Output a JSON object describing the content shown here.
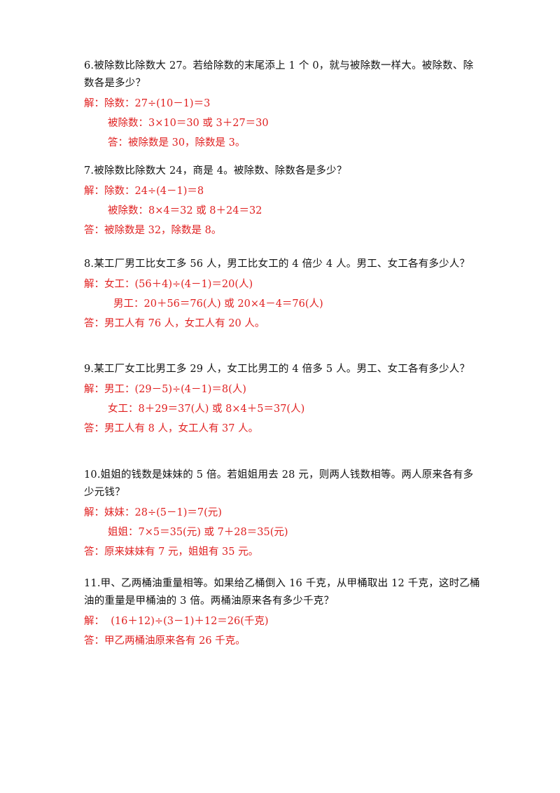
{
  "problems": [
    {
      "question": "6.被除数比除数大 27。若给除数的末尾添上 1 个 0，就与被除数一样大。被除数、除数各是多少？",
      "lines": [
        "解：除数：27÷(10－1)＝3",
        "被除数：3×10＝30 或 3＋27＝30",
        "答：被除数是 30，除数是 3。"
      ]
    },
    {
      "question": "7.被除数比除数大 24，商是 4。被除数、除数各是多少？",
      "lines": [
        "解：除数：24÷(4－1)＝8",
        "被除数：8×4＝32 或 8＋24＝32",
        "答：被除数是 32，除数是 8。"
      ]
    },
    {
      "question": "8.某工厂男工比女工多 56 人，男工比女工的 4 倍少 4 人。男工、女工各有多少人？",
      "lines": [
        "解：女工：(56＋4)÷(4－1)＝20(人)",
        "男工：20＋56＝76(人) 或 20×4－4＝76(人)",
        "答：男工人有 76 人，女工人有 20 人。"
      ]
    },
    {
      "question": "9.某工厂女工比男工多 29 人，女工比男工的 4 倍多 5 人。男工、女工各有多少人？",
      "lines": [
        "解：男工：(29－5)÷(4－1)＝8(人)",
        "女工：8＋29＝37(人) 或 8×4＋5＝37(人)",
        "答：男工人有 8 人，女工人有 37 人。"
      ]
    },
    {
      "question": "10.姐姐的钱数是妹妹的 5 倍。若姐姐用去 28 元，则两人钱数相等。两人原来各有多少元钱？",
      "lines": [
        "解：妹妹：28÷(5－1)＝7(元)",
        "姐姐：7×5＝35(元) 或 7＋28＝35(元)",
        "答：原来妹妹有 7 元，姐姐有 35 元。"
      ]
    },
    {
      "question": "11.甲、乙两桶油重量相等。如果给乙桶倒入 16 千克，从甲桶取出 12 千克，这时乙桶油的重量是甲桶油的 3 倍。两桶油原来各有多少千克？",
      "lines": [
        "解：  (16＋12)÷(3－1)＋12＝26(千克)",
        "答：甲乙两桶油原来各有 26 千克。"
      ]
    }
  ],
  "colors": {
    "question_text": "#111111",
    "answer_text": "#e02020"
  }
}
